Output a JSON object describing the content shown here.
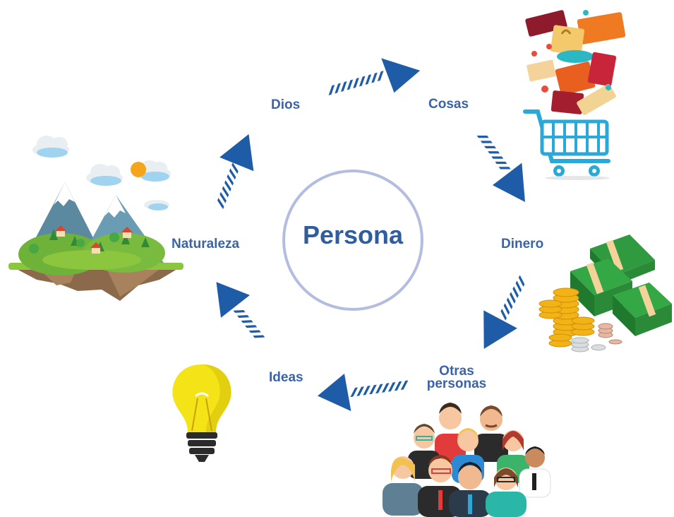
{
  "center": {
    "label": "Persona"
  },
  "nodes": {
    "dios": "Dios",
    "cosas": "Cosas",
    "dinero": "Dinero",
    "otras_line1": "Otras",
    "otras_line2": "personas",
    "ideas": "Ideas",
    "naturaleza": "Naturaleza"
  },
  "colors": {
    "text": "#3a63a8",
    "arrow": "#1f5ca8",
    "circle": "#b4bde0"
  },
  "icons": [
    "shopping-cart-icon",
    "money-icon",
    "people-group-icon",
    "light-bulb-icon",
    "floating-island-icon"
  ]
}
